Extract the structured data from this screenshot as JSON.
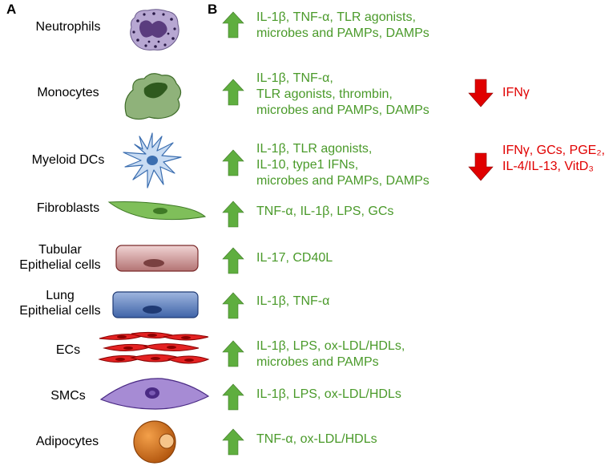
{
  "panels": {
    "a": "A",
    "b": "B"
  },
  "colors": {
    "up_arrow": "#5fae3f",
    "down_arrow": "#e00000",
    "up_text": "#4a9a2a",
    "down_text": "#e00000"
  },
  "rows": [
    {
      "cell": [
        "Neutrophils"
      ],
      "icon": "neutrophil-icon",
      "up": [
        "IL-1β, TNF-α, TLR agonists,",
        "microbes and PAMPs, DAMPs"
      ]
    },
    {
      "cell": [
        "Monocytes"
      ],
      "icon": "monocyte-icon",
      "up": [
        "IL-1β, TNF-α,",
        "TLR agonists, thrombin,",
        "microbes and PAMPs, DAMPs"
      ],
      "down": [
        "IFNγ"
      ]
    },
    {
      "cell": [
        "Myeloid DCs"
      ],
      "icon": "dendritic-cell-icon",
      "up": [
        "IL-1β, TLR agonists,",
        "IL-10, type1 IFNs,",
        "microbes and PAMPs, DAMPs"
      ],
      "down": [
        "IFNγ, GCs, PGE₂,",
        "IL-4/IL-13, VitD₃"
      ]
    },
    {
      "cell": [
        "Fibroblasts"
      ],
      "icon": "fibroblast-icon",
      "up": [
        "TNF-α, IL-1β, LPS, GCs"
      ]
    },
    {
      "cell": [
        "Tubular",
        "Epithelial cells"
      ],
      "icon": "tubular-epithelial-cell-icon",
      "up": [
        "IL-17, CD40L"
      ]
    },
    {
      "cell": [
        "Lung",
        "Epithelial cells"
      ],
      "icon": "lung-epithelial-cell-icon",
      "up": [
        "IL-1β, TNF-α"
      ]
    },
    {
      "cell": [
        "ECs"
      ],
      "icon": "endothelial-cells-icon",
      "up": [
        "IL-1β, LPS, ox-LDL/HDLs,",
        "microbes and PAMPs"
      ]
    },
    {
      "cell": [
        "SMCs"
      ],
      "icon": "smooth-muscle-cell-icon",
      "up": [
        "IL-1β, LPS, ox-LDL/HDLs"
      ]
    },
    {
      "cell": [
        "Adipocytes"
      ],
      "icon": "adipocyte-icon",
      "up": [
        "TNF-α, ox-LDL/HDLs"
      ]
    }
  ]
}
